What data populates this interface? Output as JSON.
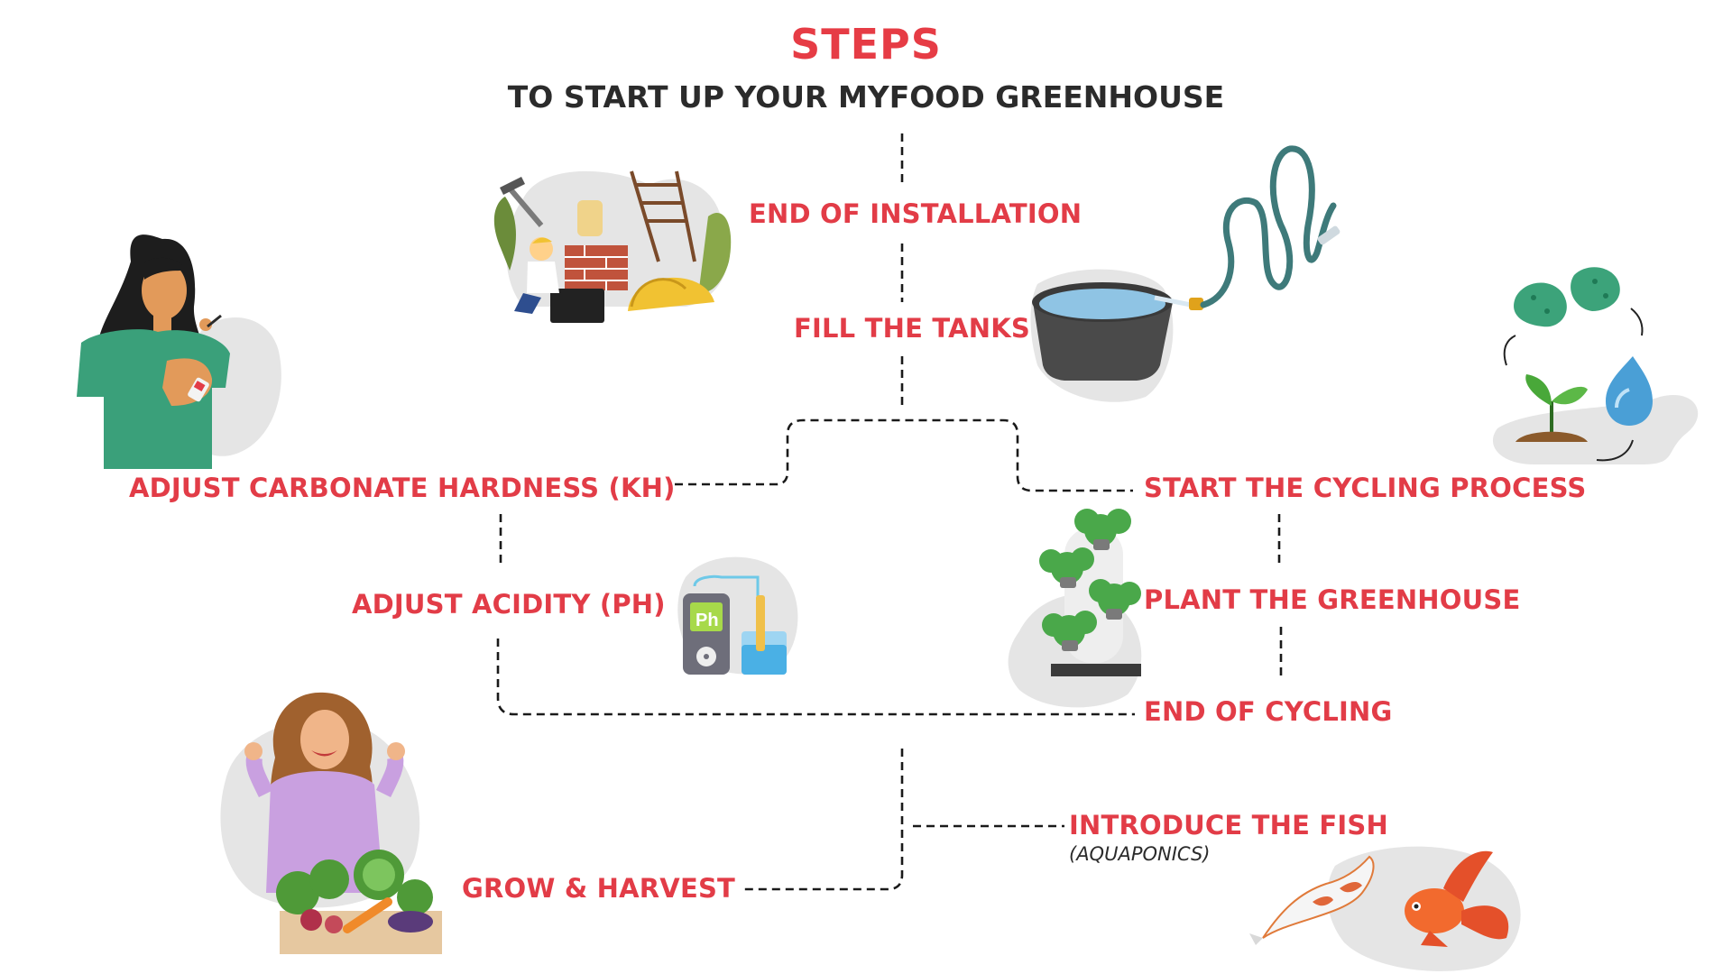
{
  "title": "STEPS",
  "subtitle": "TO START UP YOUR MYFOOD GREENHOUSE",
  "steps": [
    {
      "label": "END OF INSTALLATION"
    },
    {
      "label": "FILL THE TANKS"
    },
    {
      "label": "ADJUST CARBONATE HARDNESS (KH)"
    },
    {
      "label": "START THE CYCLING PROCESS"
    },
    {
      "label": "ADJUST ACIDITY (PH)"
    },
    {
      "label": "PLANT THE GREENHOUSE"
    },
    {
      "label": "END OF CYCLING"
    },
    {
      "label": "INTRODUCE THE FISH",
      "note": "(AQUAPONICS)"
    },
    {
      "label": "GROW & HARVEST"
    }
  ],
  "illustrations": {
    "installation": "construction-tools-illustration",
    "tank": "water-tank-hose-illustration",
    "kh_test": "woman-water-test-illustration",
    "cycle": "nitrogen-cycle-illustration",
    "ph_meter": "ph-meter-illustration",
    "greenhouse": "vertical-tower-garden-illustration",
    "harvest": "woman-vegetable-box-illustration",
    "fish": "koi-goldfish-illustration"
  },
  "colors": {
    "accent_red": "#e23c47",
    "title_red": "#e63c45",
    "subtitle_dark": "#2b2b2b",
    "connector": "#1a1a1a",
    "blob_gray": "#e5e5e5"
  }
}
